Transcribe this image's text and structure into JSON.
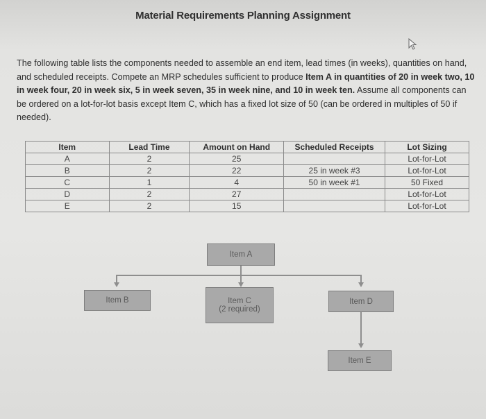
{
  "title": "Material Requirements Planning Assignment",
  "paragraph": {
    "part1": "The following table lists the components needed to assemble an end item, lead times (in weeks), quantities on hand, and scheduled receipts. Compete an MRP schedules sufficient to produce ",
    "bold1": "Item A in quantities of 20 in week two, 10 in week four, 20 in week six, 5 in week seven, 35 in week nine, and 10 in week ten.",
    "part2": " Assume all components can be ordered on a lot-for-lot basis except Item C, which has a fixed lot size of 50 (can be ordered in multiples of 50 if needed)."
  },
  "table": {
    "headers": [
      "Item",
      "Lead Time",
      "Amount on Hand",
      "Scheduled Receipts",
      "Lot Sizing"
    ],
    "rows": [
      [
        "A",
        "2",
        "25",
        "",
        "Lot-for-Lot"
      ],
      [
        "B",
        "2",
        "22",
        "25 in week #3",
        "Lot-for-Lot"
      ],
      [
        "C",
        "1",
        "4",
        "50 in week #1",
        "50 Fixed"
      ],
      [
        "D",
        "2",
        "27",
        "",
        "Lot-for-Lot"
      ],
      [
        "E",
        "2",
        "15",
        "",
        "Lot-for-Lot"
      ]
    ]
  },
  "tree": {
    "item_a": "Item A",
    "item_b": "Item B",
    "item_c": "Item C",
    "item_c_note": "(2 required)",
    "item_d": "Item D",
    "item_e": "Item E"
  }
}
